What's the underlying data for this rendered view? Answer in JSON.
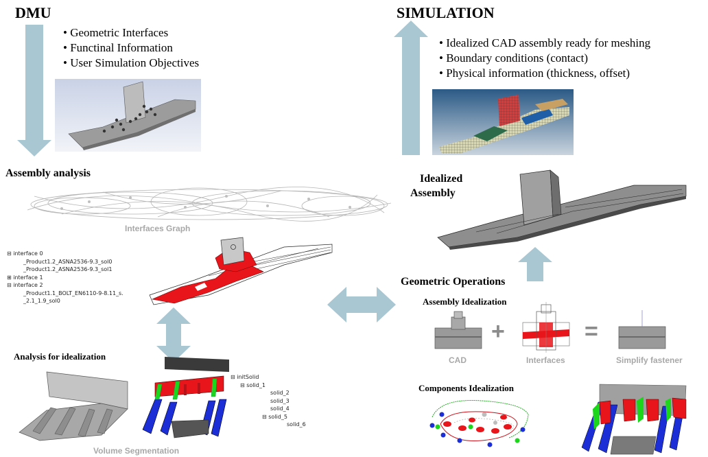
{
  "dmu": {
    "title": "DMU",
    "bullets": [
      "Geometric Interfaces",
      "Functinal Information",
      "User Simulation Objectives"
    ]
  },
  "simulation": {
    "title": "SIMULATION",
    "bullets": [
      "Idealized CAD assembly ready for meshing",
      "Boundary conditions (contact)",
      "Physical information (thickness, offset)"
    ]
  },
  "assembly_analysis": {
    "title": "Assembly analysis",
    "graph_caption": "Interfaces Graph",
    "tree": [
      "interface 0",
      "_Product1.2_ASNA2536-9.3_sol0",
      "_Product1.2_ASNA2536-9.3_sol1",
      "interface 1",
      "interface 2",
      "_Product1.1_BOLT_EN6110-9-8.11_s.",
      "_2.1_1.9_sol0"
    ]
  },
  "analysis_idealization": {
    "title": "Analysis for idealization",
    "caption": "Volume Segmentation",
    "tree": [
      "initSolid",
      "solid_1",
      "solid_2",
      "solid_3",
      "solid_4",
      "solid_5",
      "solid_6"
    ]
  },
  "idealized_assembly": {
    "title_line1": "Idealized",
    "title_line2": "Assembly"
  },
  "geometric_operations": {
    "title": "Geometric Operations",
    "assembly_idealization": "Assembly Idealization",
    "labels": [
      "CAD",
      "Interfaces",
      "Simplify fastener"
    ],
    "plus": "+",
    "equals": "=",
    "components_idealization": "Components Idealization"
  },
  "colors": {
    "arrow": "#a9c7d3",
    "red": "#e8161b",
    "blue": "#1c2fd6",
    "green": "#1cd61c",
    "grey": "#9a9a9a"
  }
}
